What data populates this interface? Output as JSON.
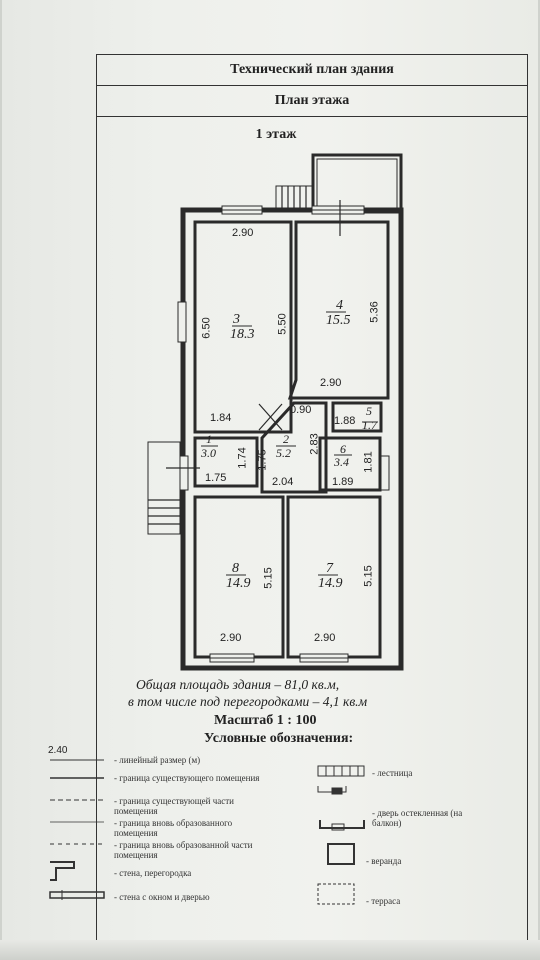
{
  "header": {
    "title": "Технический план здания",
    "subtitle": "План этажа",
    "floor": "1 этаж"
  },
  "rooms": [
    {
      "id": "3",
      "area": "18.3",
      "width": "2.90",
      "length": "6.50",
      "inner": "5.50",
      "low": "1.84"
    },
    {
      "id": "4",
      "area": "15.5",
      "length": "5.36",
      "width": "2.90"
    },
    {
      "id": "5",
      "area": "1.7",
      "width": "1.88",
      "extra": "0.90"
    },
    {
      "id": "1",
      "area": "3.0",
      "width": "1.75",
      "length": "1.74"
    },
    {
      "id": "2",
      "area": "5.2",
      "width": "2.04",
      "length": "1.75",
      "height": "2.83"
    },
    {
      "id": "6",
      "area": "3.4",
      "width": "1.89",
      "length": "1.81"
    },
    {
      "id": "8",
      "area": "14.9",
      "width": "2.90",
      "length": "5.15"
    },
    {
      "id": "7",
      "area": "14.9",
      "width": "2.90",
      "length": "5.15"
    }
  ],
  "summary": {
    "line1": "Общая площадь здания – 81,0 кв.м,",
    "line2": "в том числе под перегородками – 4,1 кв.м"
  },
  "scale": "Масштаб 1 : 100",
  "legend": {
    "title": "Условные обозначения:",
    "sample_dim": "2.40",
    "items_left": [
      "- линейный размер (м)",
      "- граница существующего помещения",
      "- граница существующей части помещения",
      "- граница вновь образованного помещения",
      "- граница вновь образованной части помещения",
      "- стена, перегородка",
      "- стена с окном и дверью"
    ],
    "items_right": [
      "- лестница",
      "- дверь остекленная (на балкон)",
      "- веранда",
      "- терраса"
    ]
  },
  "colors": {
    "ink": "#222222",
    "paper": "#eef0ec"
  }
}
